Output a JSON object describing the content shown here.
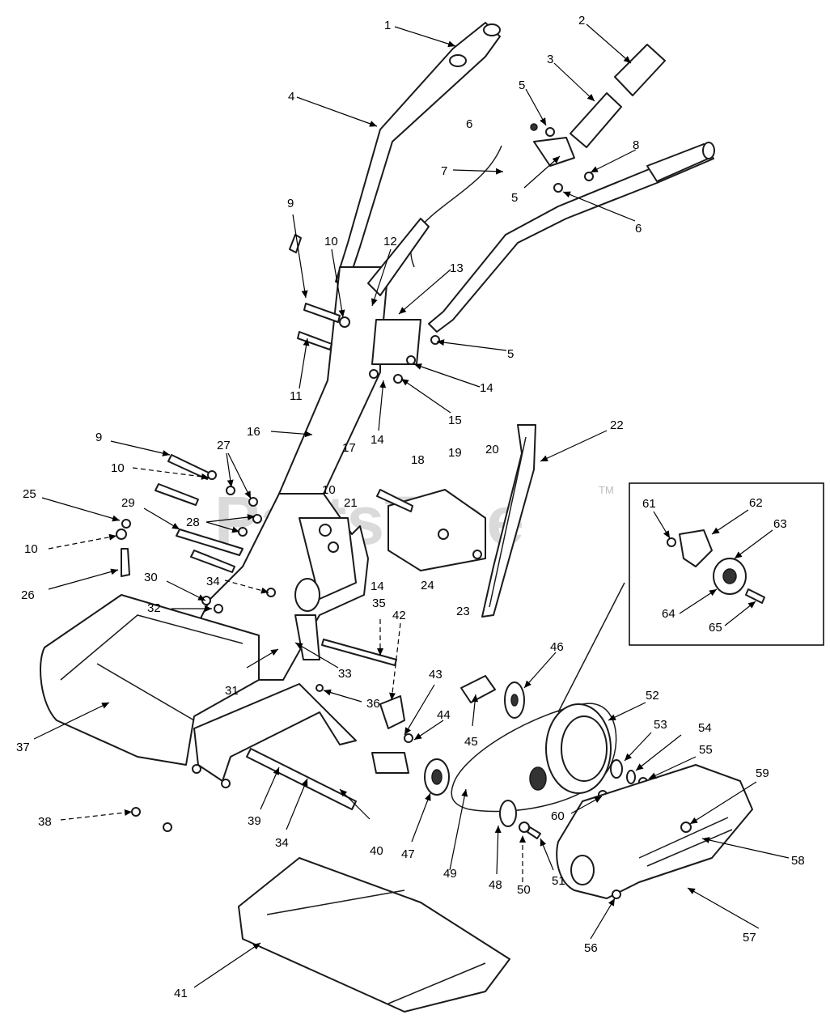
{
  "watermark": {
    "text": "PartsTree",
    "trademark": "TM"
  },
  "colors": {
    "line": "#1a1a1a",
    "watermark": "#bdbdbd",
    "background": "#ffffff"
  },
  "callouts": {
    "c1": "1",
    "c2": "2",
    "c3": "3",
    "c4": "4",
    "c5a": "5",
    "c5b": "5",
    "c5c": "5",
    "c6a": "6",
    "c6b": "6",
    "c7": "7",
    "c8": "8",
    "c9a": "9",
    "c9b": "9",
    "c10a": "10",
    "c10b": "10",
    "c10c": "10",
    "c10d": "10",
    "c11": "11",
    "c12": "12",
    "c13": "13",
    "c14a": "14",
    "c14b": "14",
    "c14c": "14",
    "c15": "15",
    "c16": "16",
    "c17": "17",
    "c18": "18",
    "c19": "19",
    "c20": "20",
    "c21": "21",
    "c22": "22",
    "c23": "23",
    "c24": "24",
    "c25": "25",
    "c26": "26",
    "c27": "27",
    "c28": "28",
    "c29": "29",
    "c30": "30",
    "c31": "31",
    "c32": "32",
    "c33": "33",
    "c34a": "34",
    "c34b": "34",
    "c35": "35",
    "c36": "36",
    "c37": "37",
    "c38": "38",
    "c39": "39",
    "c40": "40",
    "c41": "41",
    "c42": "42",
    "c43": "43",
    "c44": "44",
    "c45": "45",
    "c46": "46",
    "c47": "47",
    "c48": "48",
    "c49": "49",
    "c50": "50",
    "c51": "51",
    "c52": "52",
    "c53": "53",
    "c54": "54",
    "c55": "55",
    "c56": "56",
    "c57": "57",
    "c58": "58",
    "c59": "59",
    "c60": "60",
    "c61": "61",
    "c62": "62",
    "c63": "63",
    "c64": "64",
    "c65": "65"
  }
}
